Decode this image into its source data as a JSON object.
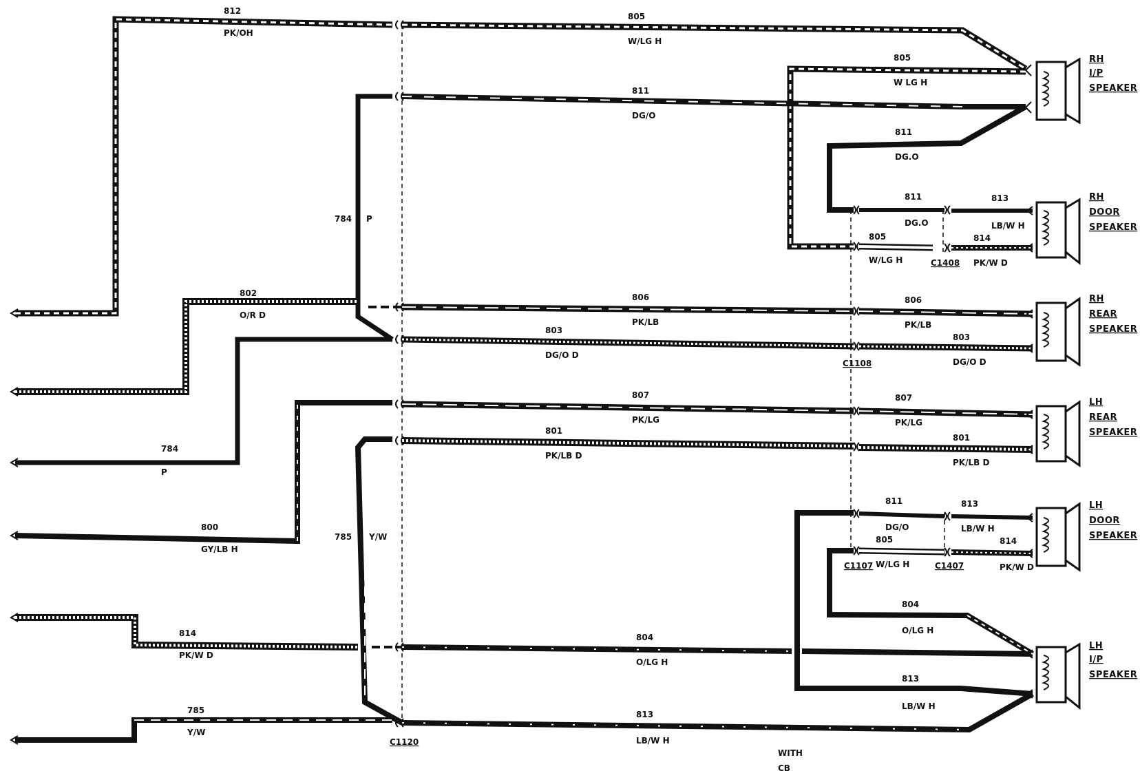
{
  "colors": {
    "wire": "#111111",
    "background": "#ffffff",
    "stripe": "#ffffff"
  },
  "speakers": {
    "rh_ip": [
      "RH",
      "I/P",
      "SPEAKER"
    ],
    "rh_door": [
      "RH",
      "DOOR",
      "SPEAKER"
    ],
    "rh_rear": [
      "RH",
      "REAR",
      "SPEAKER"
    ],
    "lh_rear": [
      "LH",
      "REAR",
      "SPEAKER"
    ],
    "lh_door": [
      "LH",
      "DOOR",
      "SPEAKER"
    ],
    "lh_ip": [
      "LH",
      "I/P",
      "SPEAKER"
    ]
  },
  "connectors": {
    "c1120": "C1120",
    "c1108": "C1108",
    "c1408": "C1408",
    "c1107": "C1107",
    "c1407": "C1407"
  },
  "labels": [
    {
      "id": "w812-num",
      "text": "812"
    },
    {
      "id": "w812-col",
      "text": "PK/OH"
    },
    {
      "id": "w805a-num",
      "text": "805"
    },
    {
      "id": "w805a-col",
      "text": "W/LG H"
    },
    {
      "id": "w805b-num",
      "text": "805"
    },
    {
      "id": "w805b-col",
      "text": "W LG H"
    },
    {
      "id": "w811a-num",
      "text": "811"
    },
    {
      "id": "w811a-col",
      "text": "DG/O"
    },
    {
      "id": "w811b-num",
      "text": "811"
    },
    {
      "id": "w811b-col",
      "text": "DG.O"
    },
    {
      "id": "w811c-num",
      "text": "811"
    },
    {
      "id": "w811c-col",
      "text": "DG.O"
    },
    {
      "id": "w813a-num",
      "text": "813"
    },
    {
      "id": "w813a-col",
      "text": "LB/W H"
    },
    {
      "id": "w805c-num",
      "text": "805"
    },
    {
      "id": "w805c-col",
      "text": "W/LG H"
    },
    {
      "id": "w814a-num",
      "text": "814"
    },
    {
      "id": "w814a-col",
      "text": "PK/W D"
    },
    {
      "id": "w784-num",
      "text": "784"
    },
    {
      "id": "w784-col",
      "text": "P"
    },
    {
      "id": "w802-num",
      "text": "802"
    },
    {
      "id": "w802-col",
      "text": "O/R D"
    },
    {
      "id": "w806a-num",
      "text": "806"
    },
    {
      "id": "w806a-col",
      "text": "PK/LB"
    },
    {
      "id": "w806b-num",
      "text": "806"
    },
    {
      "id": "w806b-col",
      "text": "PK/LB"
    },
    {
      "id": "w803a-num",
      "text": "803"
    },
    {
      "id": "w803a-col",
      "text": "DG/O D"
    },
    {
      "id": "w803b-num",
      "text": "803"
    },
    {
      "id": "w803b-col",
      "text": "DG/O D"
    },
    {
      "id": "w807a-num",
      "text": "807"
    },
    {
      "id": "w807a-col",
      "text": "PK/LG"
    },
    {
      "id": "w807b-num",
      "text": "807"
    },
    {
      "id": "w807b-col",
      "text": "PK/LG"
    },
    {
      "id": "w784b-num",
      "text": "784"
    },
    {
      "id": "w784b-col",
      "text": "P"
    },
    {
      "id": "w801a-num",
      "text": "801"
    },
    {
      "id": "w801a-col",
      "text": "PK/LB D"
    },
    {
      "id": "w801b-num",
      "text": "801"
    },
    {
      "id": "w801b-col",
      "text": "PK/LB D"
    },
    {
      "id": "w800-num",
      "text": "800"
    },
    {
      "id": "w800-col",
      "text": "GY/LB H"
    },
    {
      "id": "w785a-num",
      "text": "785"
    },
    {
      "id": "w785a-col",
      "text": "Y/W"
    },
    {
      "id": "w811d-num",
      "text": "811"
    },
    {
      "id": "w811d-col",
      "text": "DG/O"
    },
    {
      "id": "w813b-num",
      "text": "813"
    },
    {
      "id": "w813b-col",
      "text": "LB/W H"
    },
    {
      "id": "w805d-num",
      "text": "805"
    },
    {
      "id": "w805d-col",
      "text": "W/LG H"
    },
    {
      "id": "w814b-num",
      "text": "814"
    },
    {
      "id": "w814b-col",
      "text": "PK/W D"
    },
    {
      "id": "w804a-num",
      "text": "804"
    },
    {
      "id": "w804a-col",
      "text": "O/LG H"
    },
    {
      "id": "w814c-num",
      "text": "814"
    },
    {
      "id": "w814c-col",
      "text": "PK/W D"
    },
    {
      "id": "w804b-num",
      "text": "804"
    },
    {
      "id": "w804b-col",
      "text": "O/LG H"
    },
    {
      "id": "w813c-num",
      "text": "813"
    },
    {
      "id": "w813c-col",
      "text": "LB/W H"
    },
    {
      "id": "w785b-num",
      "text": "785"
    },
    {
      "id": "w785b-col",
      "text": "Y/W"
    },
    {
      "id": "w813d-num",
      "text": "813"
    },
    {
      "id": "w813d-col",
      "text": "LB/W H"
    }
  ],
  "footer": {
    "line1": "WITH",
    "line2": "CB"
  }
}
